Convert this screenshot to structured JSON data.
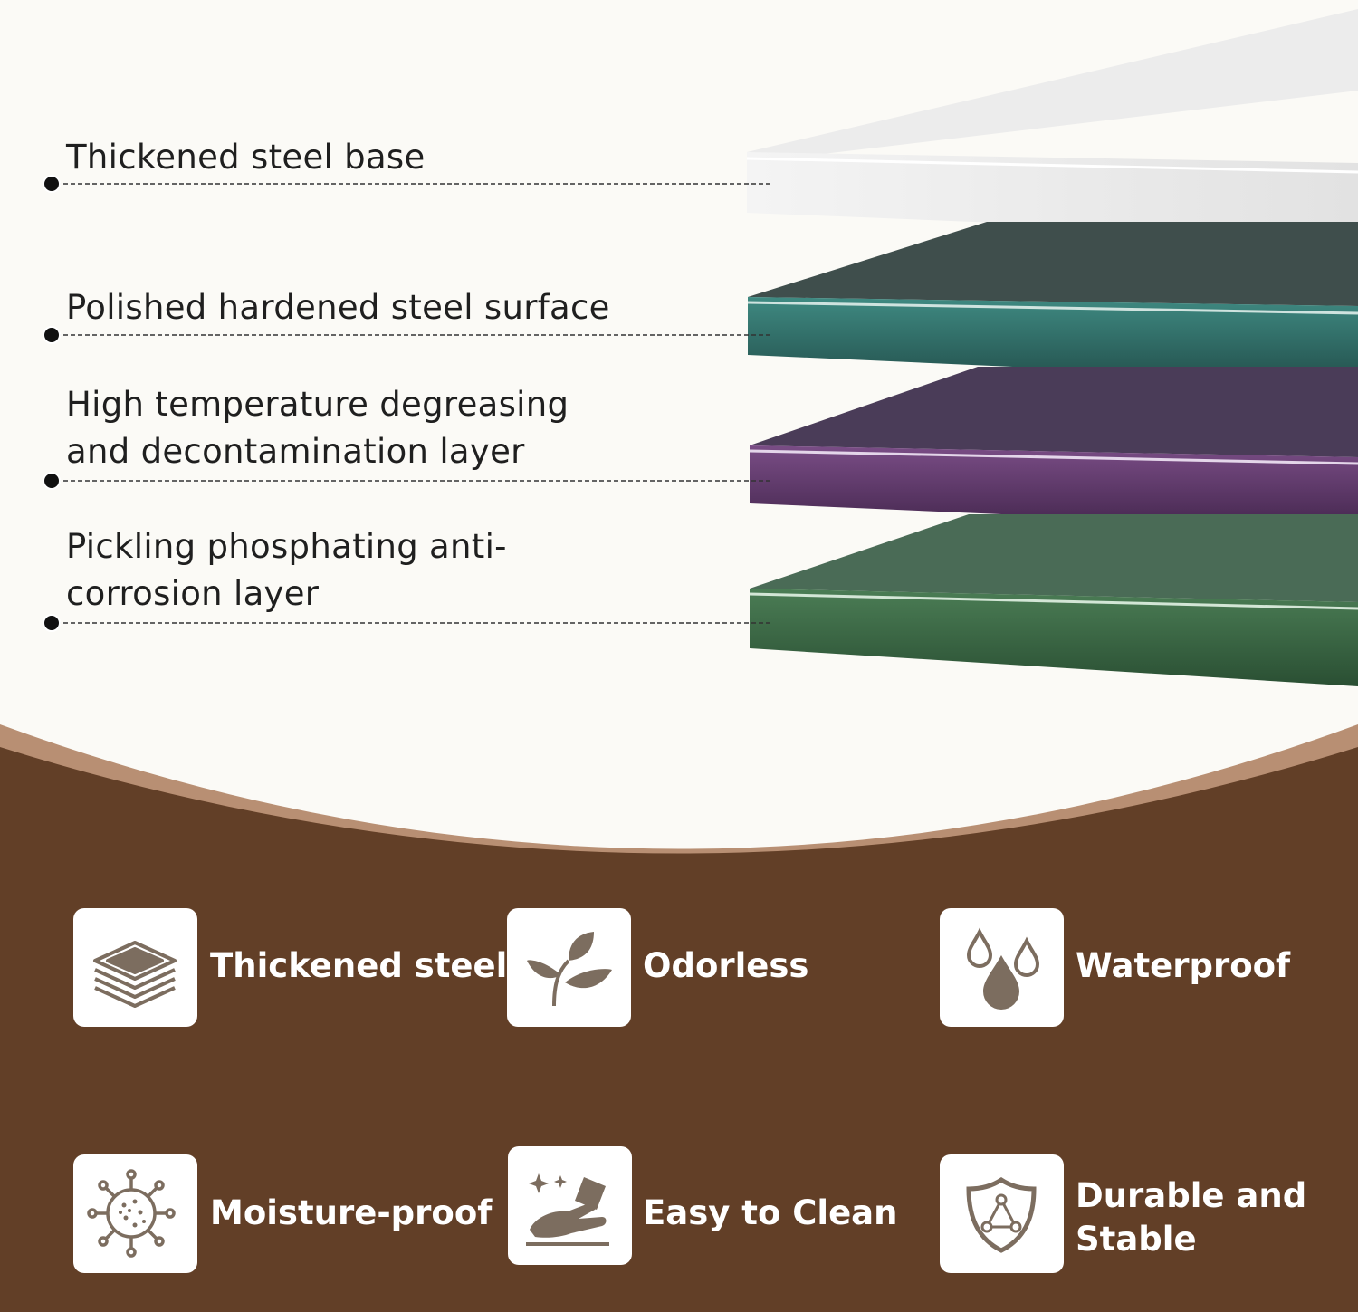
{
  "layers": [
    {
      "label": "Thickened steel base",
      "color": "#e6e6e6"
    },
    {
      "label": "Polished hardened steel surface",
      "color": "#2e6b66"
    },
    {
      "label": "High temperature degreasing\nand decontamination layer",
      "color": "#5a3a66"
    },
    {
      "label": "Pickling phosphating anti-\ncorrosion layer",
      "color": "#2e5a3a"
    }
  ],
  "features": [
    {
      "label": "Thickened steel",
      "icon": "stacked-layers-icon"
    },
    {
      "label": "Odorless",
      "icon": "leaf-sprout-icon"
    },
    {
      "label": "Waterproof",
      "icon": "water-drops-icon"
    },
    {
      "label": "Moisture-proof",
      "icon": "virus-icon"
    },
    {
      "label": "Easy to Clean",
      "icon": "wiping-hand-icon"
    },
    {
      "label": "Durable and\nStable",
      "icon": "shield-icon"
    }
  ],
  "colors": {
    "background": "#fbfaf6",
    "band": "#b88f73",
    "panel": "#623f27",
    "icon": "#7c6d5f"
  }
}
